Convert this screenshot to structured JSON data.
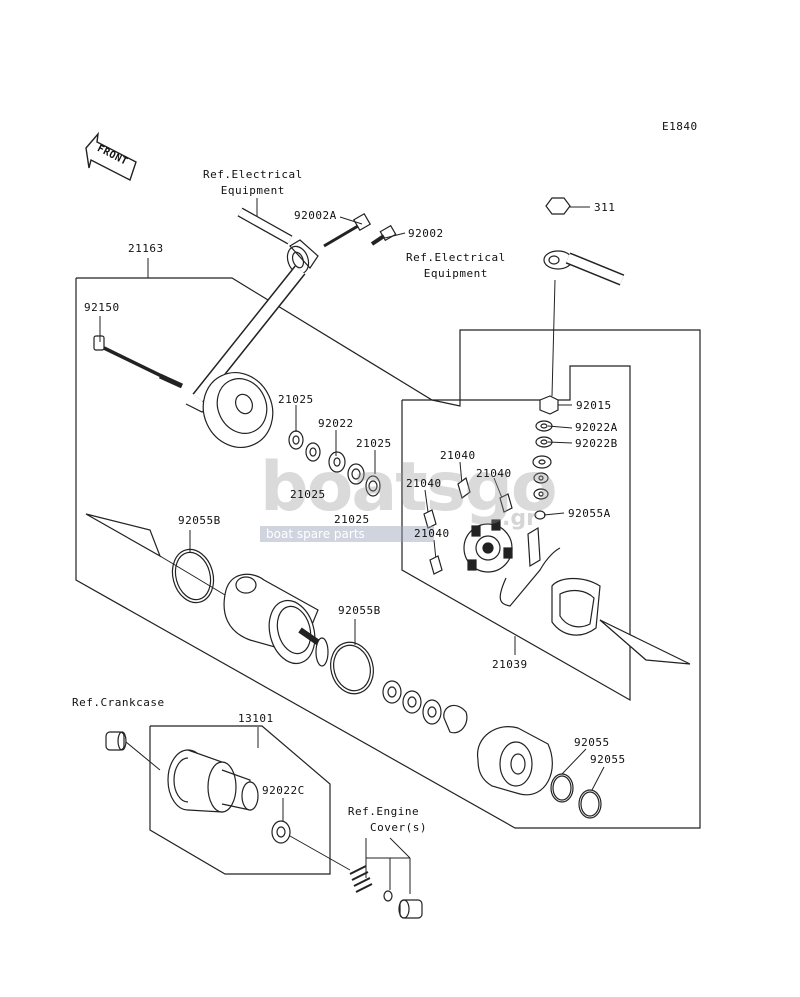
{
  "diagram": {
    "code": "E1840",
    "front_label": "FRONT",
    "refs": {
      "electrical_1": [
        "Ref.Electrical",
        "Equipment"
      ],
      "electrical_2": [
        "Ref.Electrical",
        "Equipment"
      ],
      "crankcase": "Ref.Crankcase",
      "engine_cover": [
        "Ref.Engine",
        "Cover(s)"
      ]
    },
    "parts": {
      "p21163": "21163",
      "p92150": "92150",
      "p92002A": "92002A",
      "p92002": "92002",
      "p311": "311",
      "p92015": "92015",
      "p92022A": "92022A",
      "p92022B": "92022B",
      "p92055A": "92055A",
      "p21025_a": "21025",
      "p92022": "92022",
      "p21025_b": "21025",
      "p21025_c": "21025",
      "p21025_d": "21025",
      "p21040_a": "21040",
      "p21040_b": "21040",
      "p21040_c": "21040",
      "p21040_d": "21040",
      "p92055B_a": "92055B",
      "p92055B_b": "92055B",
      "p21039": "21039",
      "p13101": "13101",
      "p92022C": "92022C",
      "p92055_a": "92055",
      "p92055_b": "92055"
    }
  },
  "watermark": {
    "logo": "boatsgo",
    "tld": ".gr",
    "tagline": "boat spare parts"
  }
}
